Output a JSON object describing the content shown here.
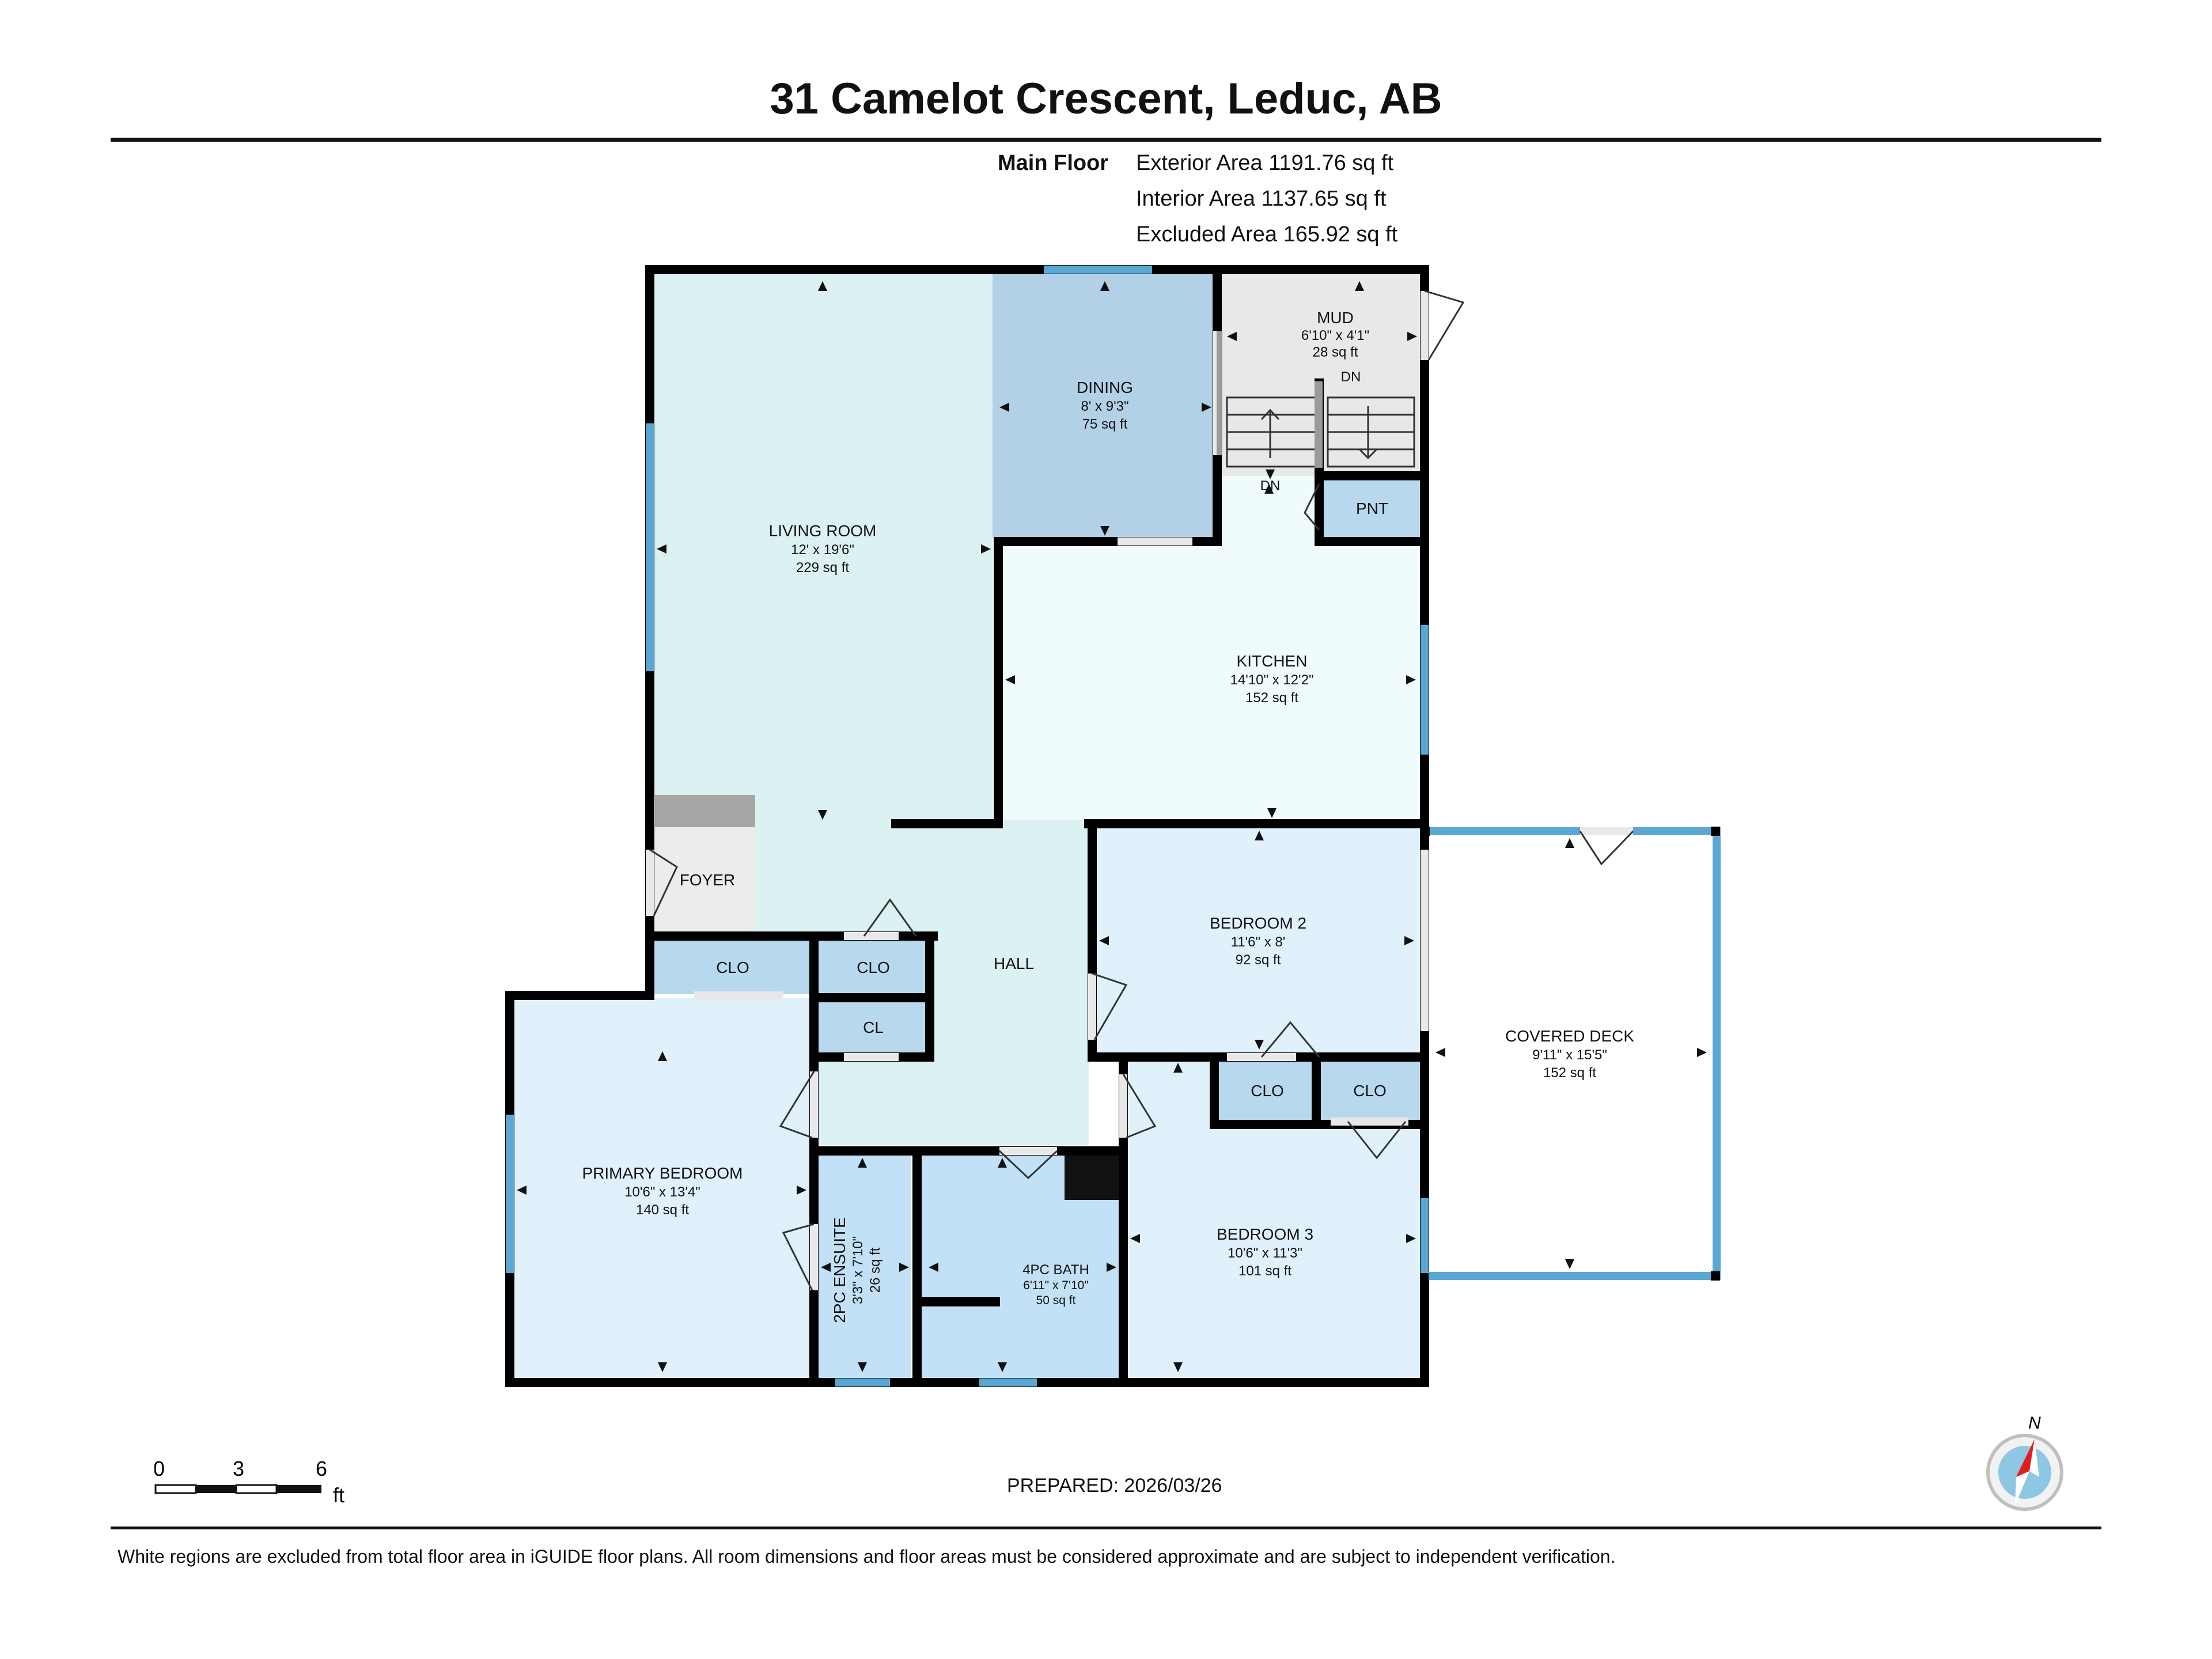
{
  "title": "31 Camelot Crescent, Leduc, AB",
  "floor": {
    "label": "Main Floor",
    "exterior_area": "Exterior Area 1191.76 sq ft",
    "interior_area": "Interior Area 1137.65 sq ft",
    "excluded_area": "Excluded Area 165.92 sq ft"
  },
  "rooms": {
    "living": {
      "name": "LIVING ROOM",
      "dims": "12' x 19'6\"",
      "area": "229 sq ft"
    },
    "dining": {
      "name": "DINING",
      "dims": "8' x 9'3\"",
      "area": "75 sq ft"
    },
    "mud": {
      "name": "MUD",
      "dims": "6'10\" x 4'1\"",
      "area": "28 sq ft"
    },
    "kitchen": {
      "name": "KITCHEN",
      "dims": "14'10\" x 12'2\"",
      "area": "152 sq ft"
    },
    "pantry": {
      "name": "PNT"
    },
    "foyer": {
      "name": "FOYER"
    },
    "hall": {
      "name": "HALL"
    },
    "clo_1": {
      "name": "CLO"
    },
    "clo_2": {
      "name": "CLO"
    },
    "cl": {
      "name": "CL"
    },
    "clo_3": {
      "name": "CLO"
    },
    "clo_4": {
      "name": "CLO"
    },
    "bedroom2": {
      "name": "BEDROOM 2",
      "dims": "11'6\" x 8'",
      "area": "92 sq ft"
    },
    "primary": {
      "name": "PRIMARY BEDROOM",
      "dims": "10'6\" x 13'4\"",
      "area": "140 sq ft"
    },
    "ensuite": {
      "name": "2PC ENSUITE",
      "dims": "3'3\" x 7'10\"",
      "area": "26 sq ft"
    },
    "bath": {
      "name": "4PC BATH",
      "dims": "6'11\" x 7'10\"",
      "area": "50 sq ft"
    },
    "bedroom3": {
      "name": "BEDROOM 3",
      "dims": "10'6\" x 11'3\"",
      "area": "101 sq ft"
    },
    "deck": {
      "name": "COVERED DECK",
      "dims": "9'11\" x 15'5\"",
      "area": "152 sq ft"
    }
  },
  "stairs": {
    "dn_upper": "DN",
    "dn_lower": "DN"
  },
  "scale": {
    "ticks": [
      "0",
      "3",
      "6"
    ],
    "unit": "ft"
  },
  "compass": {
    "north": "N"
  },
  "prepared": "PREPARED: 2026/03/26",
  "disclaimer": "White regions are excluded from total floor area in iGUIDE floor plans. All room dimensions and floor areas must be considered approximate and are subject to independent verification.",
  "colors": {
    "living_fill": "#dcf1f2",
    "dining_fill": "#b2d0e6",
    "mud_fill": "#e8e8e8",
    "kitchen_fill": "#f0fbfb",
    "bedroom_fill": "#e1f1fb",
    "closet_fill": "#b8d8ee",
    "bath_fill": "#c2e1f6",
    "wall": "#000000",
    "window": "#5ba7d3"
  }
}
